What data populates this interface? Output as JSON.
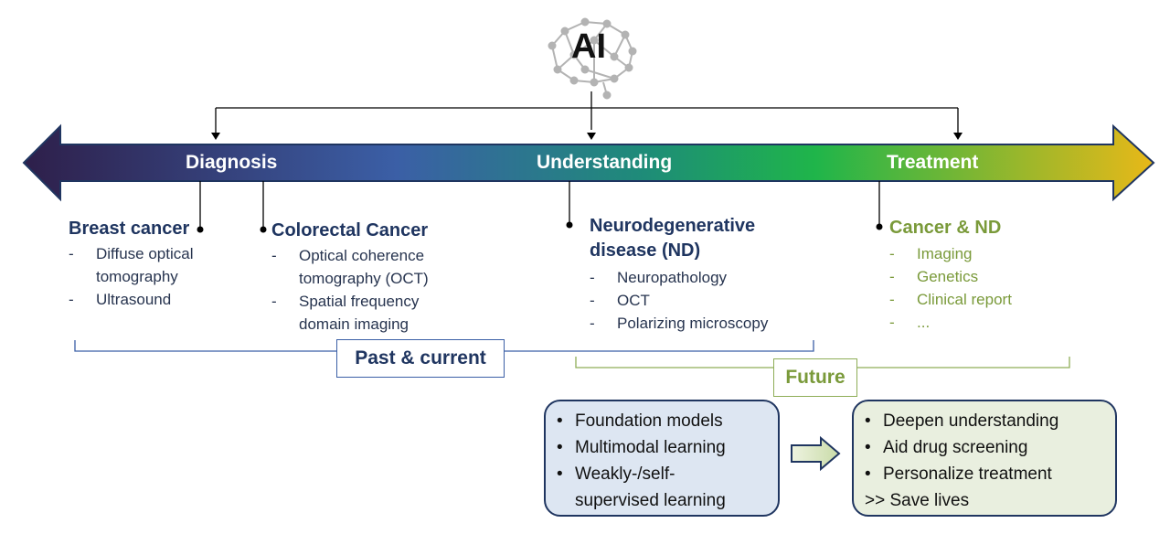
{
  "ai": {
    "label": "AI"
  },
  "timeline": {
    "stages": [
      {
        "label": "Diagnosis"
      },
      {
        "label": "Understanding"
      },
      {
        "label": "Treatment"
      }
    ]
  },
  "branches": {
    "breast": {
      "title": "Breast cancer",
      "items": [
        "Diffuse optical",
        "tomography",
        "Ultrasound"
      ]
    },
    "colorectal": {
      "title": "Colorectal Cancer",
      "items": [
        "Optical coherence",
        "tomography (OCT)",
        "Spatial frequency",
        "domain imaging"
      ]
    },
    "nd": {
      "title_line1": "Neurodegenerative",
      "title_line2": "disease (ND)",
      "items": [
        "Neuropathology",
        "OCT",
        "Polarizing microscopy"
      ]
    },
    "treatment": {
      "title": "Cancer & ND",
      "items": [
        "Imaging",
        "Genetics",
        "Clinical report",
        "..."
      ]
    }
  },
  "periods": {
    "past": "Past & current",
    "future": "Future"
  },
  "future_methods": {
    "items": [
      "Foundation models",
      "Multimodal learning",
      "Weakly-/self-",
      "supervised learning"
    ]
  },
  "future_goals": {
    "items": [
      "Deepen understanding",
      "Aid drug screening",
      "Personalize treatment"
    ],
    "footer": ">> Save lives"
  },
  "colors": {
    "navy": "#1f3560",
    "green_text": "#7a9a3a",
    "gradient": [
      "#2e1f4a",
      "#3b5fa6",
      "#1e9b6a",
      "#1fb54a",
      "#e8b818"
    ],
    "methods_box": "#dde6f2",
    "goals_box": "#e9efdf"
  }
}
